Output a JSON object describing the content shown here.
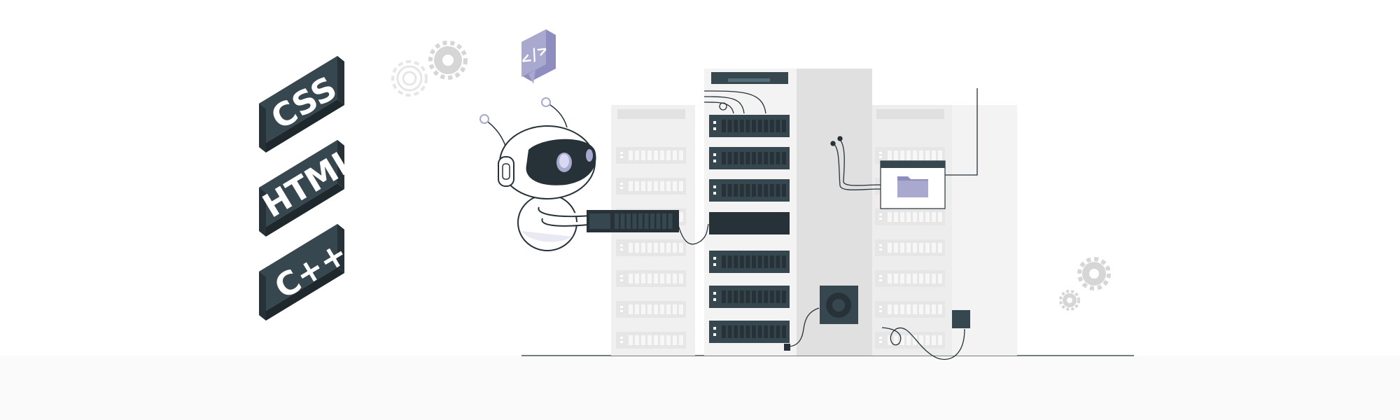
{
  "illustration": {
    "badges": [
      {
        "label": "CSS"
      },
      {
        "label": "HTML"
      },
      {
        "label": "C++"
      }
    ],
    "speech_bubble": {
      "icon": "code-icon",
      "glyph": "</>"
    },
    "colors": {
      "badge_face": "#37474f",
      "badge_side": "#263238",
      "rack_light": "#f0f0f0",
      "rack_mid": "#e0e0e0",
      "drive_dark": "#37474f",
      "accent_lavender": "#a9a8cf",
      "gear_gray": "#d6d6d6",
      "floor": "#fafafa"
    }
  }
}
